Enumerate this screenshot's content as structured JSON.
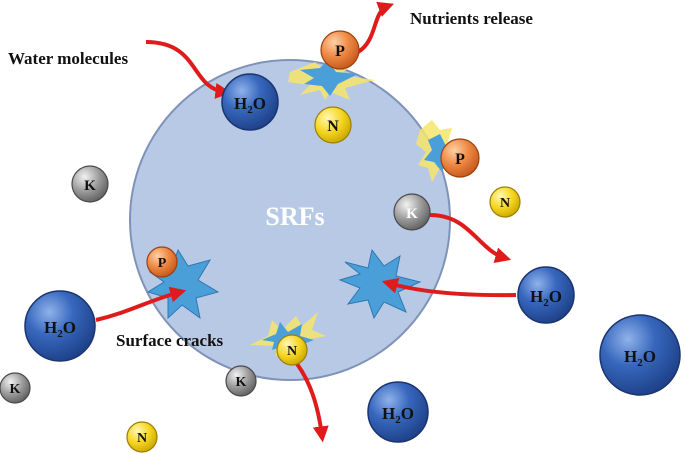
{
  "labels": {
    "water_molecules": "Water molecules",
    "nutrients_release": "Nutrients release",
    "surface_cracks": "Surface cracks",
    "core": "SRFs"
  },
  "molecules": {
    "h2o_main": "H",
    "h2o_sub": "2",
    "h2o_tail": "O",
    "p": "P",
    "n": "N",
    "k": "K"
  },
  "colors": {
    "granule_fill": "#b8c9e6",
    "granule_stroke": "#7f93b8",
    "h2o": "#2e5fb3",
    "p": "#e8803a",
    "n": "#f2d21b",
    "k": "#8c8c8c",
    "arrow": "#e01b1b",
    "crack": "#4a9fd8"
  }
}
